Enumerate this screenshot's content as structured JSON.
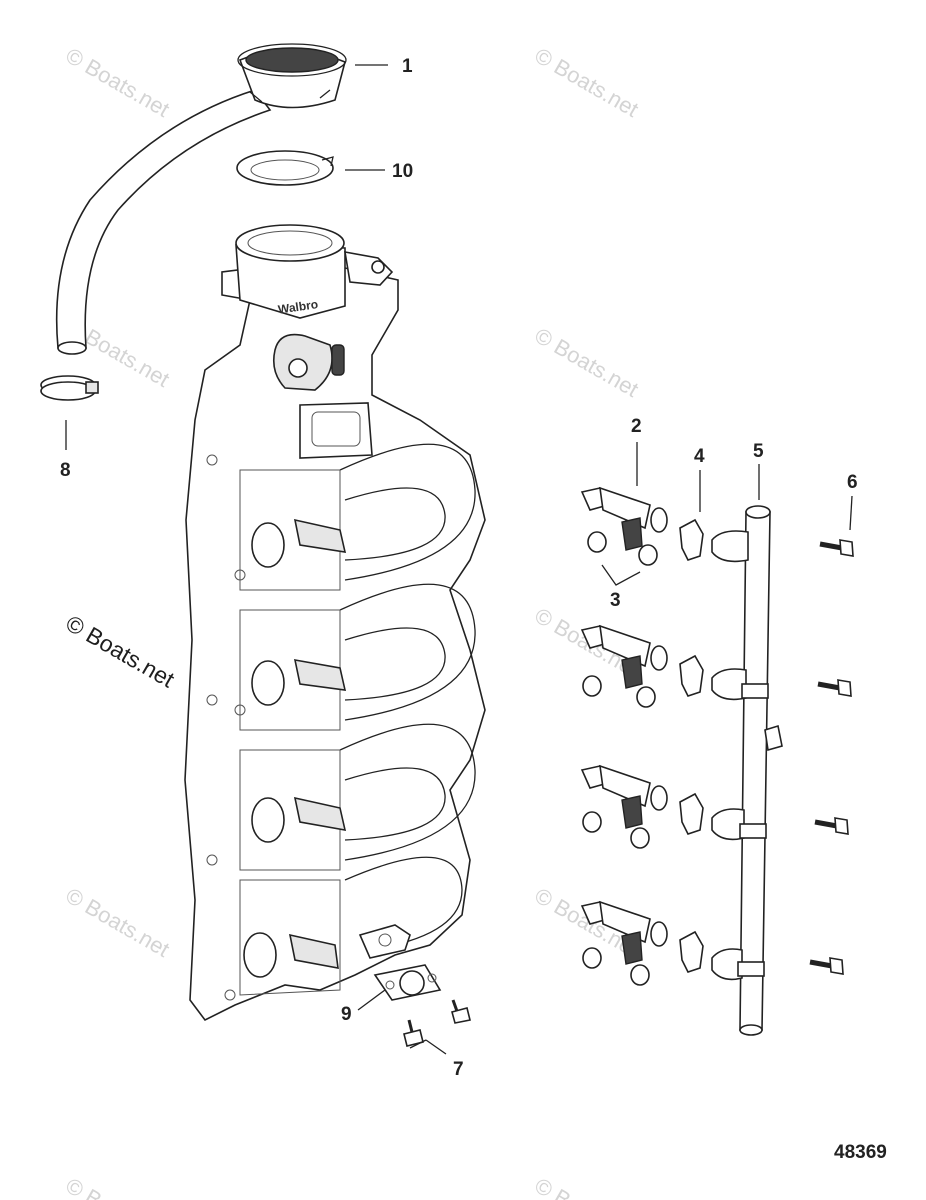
{
  "diagram": {
    "callouts": {
      "c1": "1",
      "c2": "2",
      "c3": "3",
      "c4": "4",
      "c5": "5",
      "c6": "6",
      "c7": "7",
      "c8": "8",
      "c9": "9",
      "c10": "10"
    },
    "brand_marking": "Walbro",
    "document_number": "48369",
    "watermark_text": "© Boats.net",
    "watermark_color": "#d4d4d4"
  }
}
